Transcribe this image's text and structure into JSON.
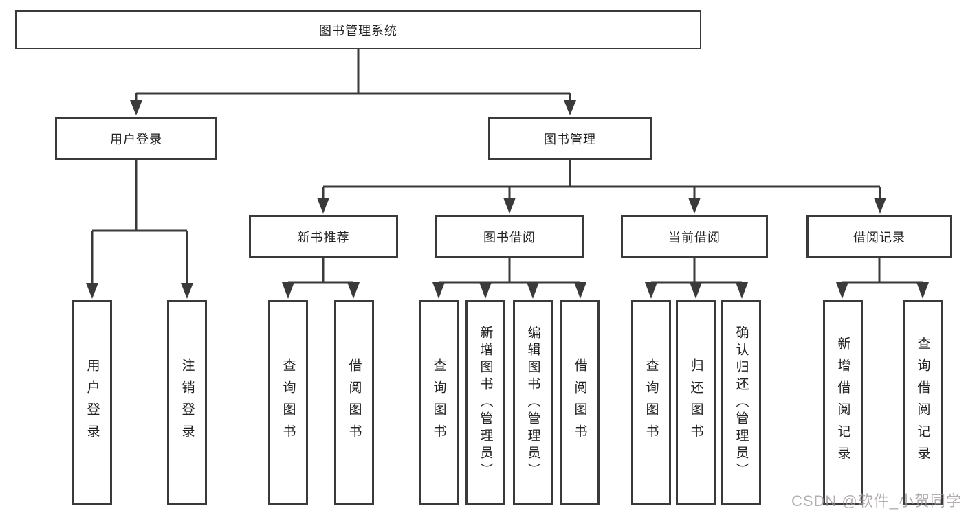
{
  "diagram_title": "图书管理系统",
  "colors": {
    "line": "#3a3a3a",
    "box_background": "#ffffff",
    "text": "#222222",
    "watermark": "#9e9898"
  },
  "watermark": {
    "text": "CSDN @软件_小贺同学"
  },
  "tree": {
    "label": "图书管理系统",
    "children": [
      {
        "label": "用户登录",
        "children": [
          {
            "label": "用户登录"
          },
          {
            "label": "注销登录"
          }
        ]
      },
      {
        "label": "图书管理",
        "children": [
          {
            "label": "新书推荐",
            "children": [
              {
                "label": "查询图书"
              },
              {
                "label": "借阅图书"
              }
            ]
          },
          {
            "label": "图书借阅",
            "children": [
              {
                "label": "查询图书"
              },
              {
                "label": "新增图书（管理员）"
              },
              {
                "label": "编辑图书（管理员）"
              },
              {
                "label": "借阅图书"
              }
            ]
          },
          {
            "label": "当前借阅",
            "children": [
              {
                "label": "查询图书"
              },
              {
                "label": "归还图书"
              },
              {
                "label": "确认归还（管理员）"
              }
            ]
          },
          {
            "label": "借阅记录",
            "children": [
              {
                "label": "新增借阅记录"
              },
              {
                "label": "查询借阅记录"
              }
            ]
          }
        ]
      }
    ]
  }
}
